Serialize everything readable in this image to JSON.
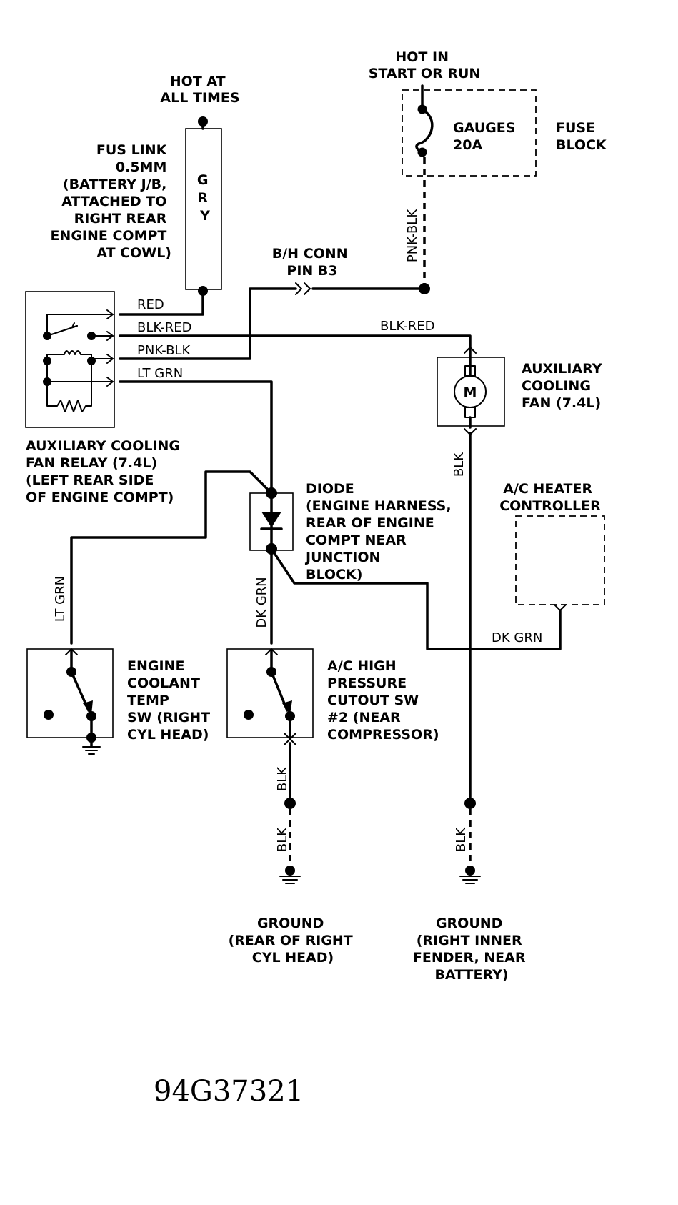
{
  "labels": {
    "hot_at_all_times": [
      "HOT AT",
      "ALL TIMES"
    ],
    "hot_in_start_or_run": [
      "HOT IN",
      "START OR RUN"
    ],
    "fuse": [
      "GAUGES",
      "20A"
    ],
    "fuse_block": [
      "FUSE",
      "BLOCK"
    ],
    "fus_link": [
      "FUS LINK",
      "0.5MM",
      "(BATTERY J/B,",
      "ATTACHED TO",
      "RIGHT REAR",
      "ENGINE COMPT",
      "AT COWL)"
    ],
    "fus_link_color": [
      "G",
      "R",
      "Y"
    ],
    "bh_conn": [
      "B/H CONN",
      "PIN B3"
    ],
    "aux_fan": [
      "AUXILIARY",
      "COOLING",
      "FAN (7.4L)"
    ],
    "motor": "M",
    "relay": [
      "AUXILIARY COOLING",
      "FAN RELAY (7.4L)",
      "(LEFT REAR SIDE",
      "OF ENGINE COMPT)"
    ],
    "diode": [
      "DIODE",
      "(ENGINE HARNESS,",
      "REAR OF ENGINE",
      "COMPT NEAR",
      "JUNCTION",
      "BLOCK)"
    ],
    "ac_heater": [
      "A/C HEATER",
      "CONTROLLER"
    ],
    "ect_sw": [
      "ENGINE",
      "COOLANT",
      "TEMP",
      "SW (RIGHT",
      "CYL HEAD)"
    ],
    "ac_sw": [
      "A/C HIGH",
      "PRESSURE",
      "CUTOUT SW",
      "#2 (NEAR",
      "COMPRESSOR)"
    ],
    "ground_left": [
      "GROUND",
      "(REAR OF RIGHT",
      "CYL HEAD)"
    ],
    "ground_right": [
      "GROUND",
      "(RIGHT INNER",
      "FENDER, NEAR",
      "BATTERY)"
    ],
    "figure_ref": "94G37321"
  },
  "wires": {
    "red": "RED",
    "blk_red": "BLK-RED",
    "blk_red_right": "BLK-RED",
    "pnk_blk": "PNK-BLK",
    "pnk_blk_vert": "PNK-BLK",
    "lt_grn": "LT GRN",
    "lt_grn_vert": "LT GRN",
    "dk_grn_vert": "DK GRN",
    "dk_grn_right": "DK GRN",
    "blk_fan": "BLK",
    "blk_ac_upper": "BLK",
    "blk_ac_lower": "BLK",
    "blk_right_lower": "BLK"
  }
}
